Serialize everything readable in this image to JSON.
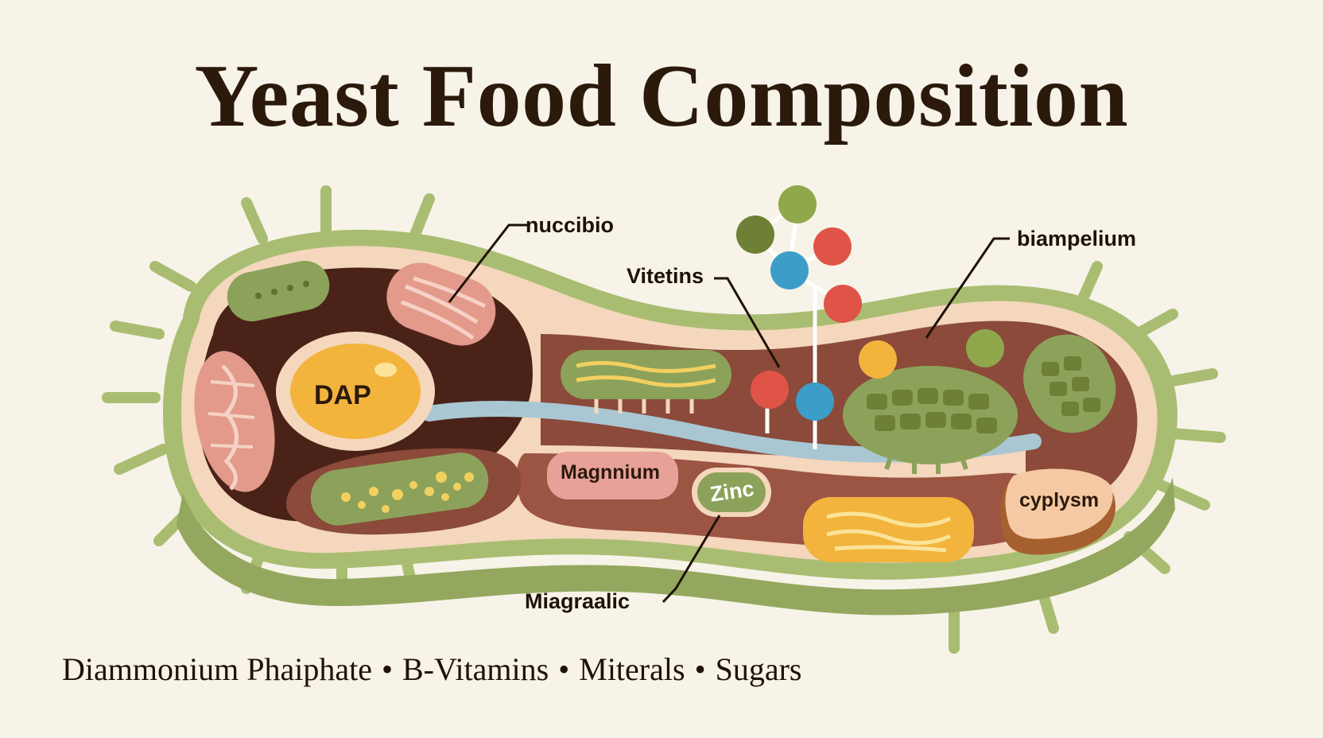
{
  "title": "Yeast Food Composition",
  "labels": {
    "dap": "DAP",
    "nucleus_callout": "nuccibio",
    "vitamins_callout": "Vitetins",
    "membrane_callout": "biampelium",
    "magnesium": "Magnnium",
    "zinc": "Zinc",
    "mineral_callout": "Miagraalic",
    "cytoplasm": "cyplysm"
  },
  "footer": {
    "items": [
      "Diammonium Phaiphate",
      "B-Vitamins",
      "Miterals",
      "Sugars"
    ],
    "separator": "•"
  },
  "colors": {
    "background": "#f7f3e8",
    "cell_wall": "#a9bd72",
    "dark_interior": "#4a2218",
    "red_brown": "#8b4a3a",
    "nucleus": "#f2b43c",
    "mitochondria": "#e39a8a",
    "organelle_green": "#8ca25a",
    "channel": "#a9c7d3",
    "molecule_red": "#e05448",
    "molecule_blue": "#3d9dc9",
    "molecule_green": "#8fa84c",
    "molecule_olive": "#6d8035",
    "molecule_yellow": "#f2b43c"
  }
}
